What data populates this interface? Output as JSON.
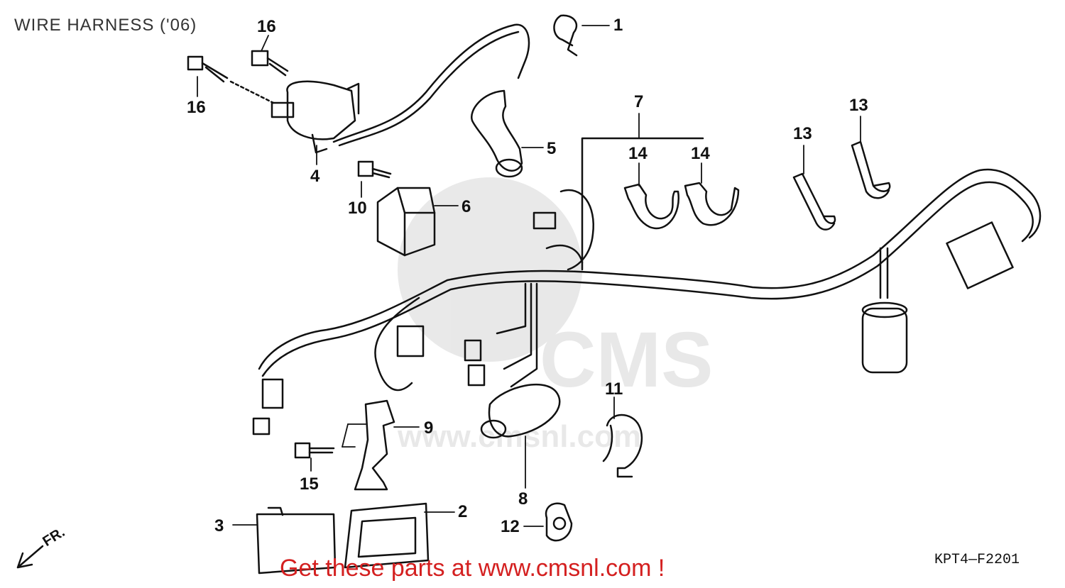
{
  "diagram": {
    "title": "WIRE HARNESS ('06)",
    "drawing_code": "KPT4—F2201",
    "promo_text": "Get these parts at www.cmsnl.com !",
    "front_marker": "FR.",
    "watermark": "CMS www.cmsnl.com",
    "ink_color": "#111111",
    "promo_color": "#d42020",
    "callouts": [
      {
        "id": "c1",
        "label": "1"
      },
      {
        "id": "c2",
        "label": "2"
      },
      {
        "id": "c3",
        "label": "3"
      },
      {
        "id": "c4",
        "label": "4"
      },
      {
        "id": "c5",
        "label": "5"
      },
      {
        "id": "c6",
        "label": "6"
      },
      {
        "id": "c7",
        "label": "7"
      },
      {
        "id": "c8",
        "label": "8"
      },
      {
        "id": "c9",
        "label": "9"
      },
      {
        "id": "c10",
        "label": "10"
      },
      {
        "id": "c11",
        "label": "11"
      },
      {
        "id": "c12",
        "label": "12"
      },
      {
        "id": "c13a",
        "label": "13"
      },
      {
        "id": "c13b",
        "label": "13"
      },
      {
        "id": "c14a",
        "label": "14"
      },
      {
        "id": "c14b",
        "label": "14"
      },
      {
        "id": "c15",
        "label": "15"
      },
      {
        "id": "c16a",
        "label": "16"
      },
      {
        "id": "c16b",
        "label": "16"
      }
    ]
  }
}
